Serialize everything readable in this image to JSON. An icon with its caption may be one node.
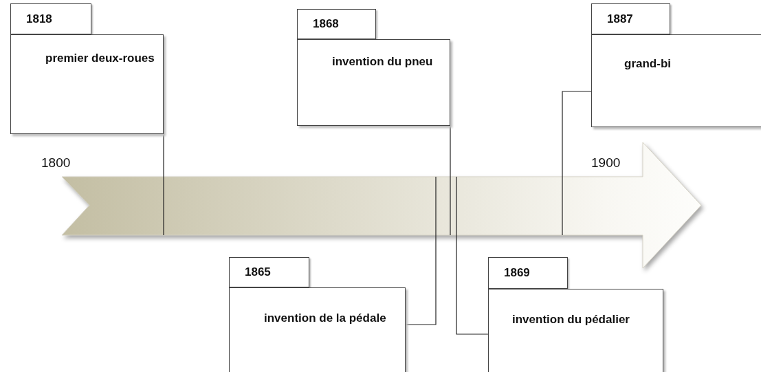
{
  "diagram": {
    "nodes": [
      {
        "text": [
          "1818",
          "premier deux-roues"
        ]
      },
      {
        "text": [
          "1868",
          "invention du pneu"
        ]
      },
      {
        "text": [
          "1887",
          "grand-bi"
        ]
      },
      {
        "text": [],
        "shape": "arrow"
      },
      {
        "text": [
          "1865",
          "invention de la pédale"
        ]
      },
      {
        "text": [
          "1869",
          "invention du pédalier"
        ]
      }
    ],
    "edges": [
      {
        "from": 0,
        "to": 3,
        "arrow": "none"
      },
      {
        "from": 1,
        "to": 3,
        "arrow": "none"
      },
      {
        "from": 2,
        "to": 3,
        "arrow": "none"
      },
      {
        "from": 4,
        "to": 3,
        "arrow": "none"
      },
      {
        "from": 5,
        "to": 3,
        "arrow": "none"
      }
    ],
    "labels": [
      "1800",
      "1900"
    ]
  }
}
